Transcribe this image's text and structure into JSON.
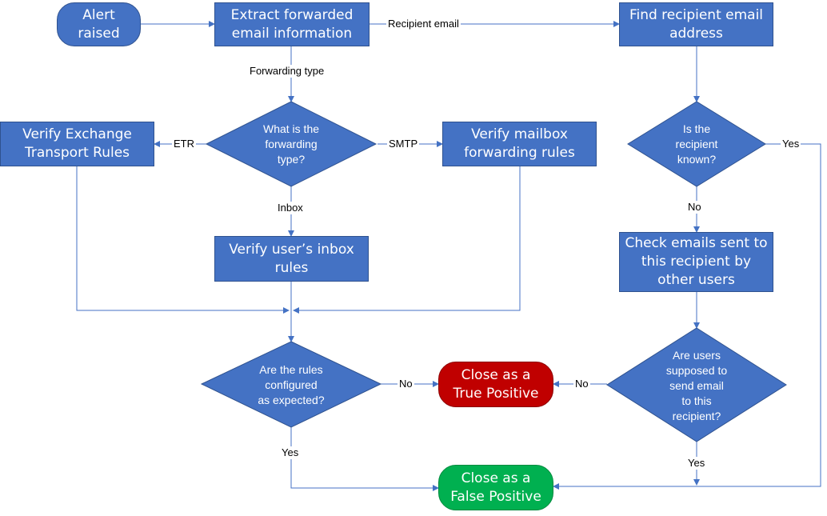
{
  "diagram": {
    "colors": {
      "process": "#4472C4",
      "process_border": "#2F528F",
      "connector": "#4472C4",
      "true_positive": "#C00000",
      "false_positive": "#00B050"
    },
    "nodes": {
      "alert_raised": "Alert\nraised",
      "extract_info": "Extract forwarded\nemail information",
      "find_recipient": "Find recipient email\naddress",
      "verify_etr": "Verify Exchange\nTransport Rules",
      "forwarding_type": "What is the\nforwarding\ntype?",
      "verify_mailbox": "Verify mailbox\nforwarding rules",
      "recipient_known": "Is the\nrecipient\nknown?",
      "verify_inbox": "Verify user’s inbox\nrules",
      "check_emails": "Check emails sent to\nthis recipient by\nother users",
      "rules_configured": "Are the rules\nconfigured\nas expected?",
      "close_true_positive": "Close as a\nTrue Positive",
      "users_supposed": "Are users\nsupposed to\nsend email\nto this\nrecipient?",
      "close_false_positive": "Close as a\nFalse Positive"
    },
    "edge_labels": {
      "recipient_email": "Recipient email",
      "forwarding_type": "Forwarding type",
      "etr": "ETR",
      "smtp": "SMTP",
      "inbox": "Inbox",
      "yes_known": "Yes",
      "no_known": "No",
      "no_rules": "No",
      "no_users": "No",
      "yes_rules": "Yes",
      "yes_users": "Yes"
    }
  }
}
